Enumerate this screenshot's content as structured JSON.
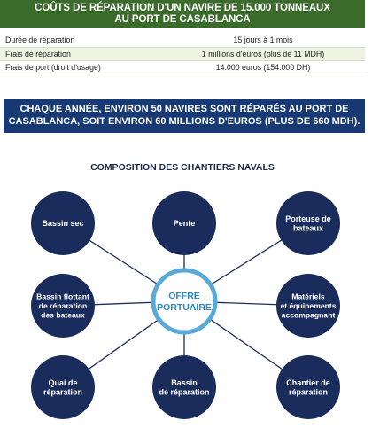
{
  "header": {
    "title_line1": "COÛTS DE RÉPARATION D'UN NAVIRE DE 15.000 TONNEAUX",
    "title_line2": "AU PORT DE CASABLANCA"
  },
  "cost_table": {
    "rows": [
      {
        "label": "Durée de réparation",
        "value": "15 jours à 1 mois"
      },
      {
        "label": "Frais de réparation",
        "value": "1 millions d'euros (plus de 11 MDH)"
      },
      {
        "label": "Frais de port (droit d'usage)",
        "value": "14.000 euros (154.000 DH)"
      }
    ]
  },
  "banner": {
    "line1": "CHAQUE ANNÉE, ENVIRON 50 NAVIRES SONT RÉPARÉS AU PORT DE",
    "line2": "CASABLANCA, SOIT ENVIRON 60 MILLIONS D'EUROS (PLUS DE 660 MDH)."
  },
  "diagram": {
    "title": "COMPOSITION DES CHANTIERS NAVALS",
    "center": {
      "lines": [
        "OFFRE",
        "PORTUAIRE"
      ]
    },
    "nodes": [
      {
        "key": "bassin-sec",
        "lines": [
          "Bassin sec"
        ]
      },
      {
        "key": "pente",
        "lines": [
          "Pente"
        ]
      },
      {
        "key": "porteuse-de-bateaux",
        "lines": [
          "Porteuse de",
          "bateaux"
        ]
      },
      {
        "key": "bassin-flottant",
        "lines": [
          "Bassin flottant",
          "de réparation",
          "des bateaux"
        ]
      },
      {
        "key": "materiels-equipements",
        "lines": [
          "Matériels",
          "et équipements",
          "accompagnant"
        ]
      },
      {
        "key": "quai-de-reparation",
        "lines": [
          "Quai de",
          "réparation"
        ]
      },
      {
        "key": "bassin-de-reparation",
        "lines": [
          "Bassin",
          "de réparation"
        ]
      },
      {
        "key": "chantier-de-reparation",
        "lines": [
          "Chantier de",
          "réparation"
        ]
      }
    ],
    "colors": {
      "node_fill": "#1a2c5b",
      "center_ring": "#5aa9d6",
      "center_text": "#2b86c5",
      "line": "#1a2c5b"
    }
  }
}
